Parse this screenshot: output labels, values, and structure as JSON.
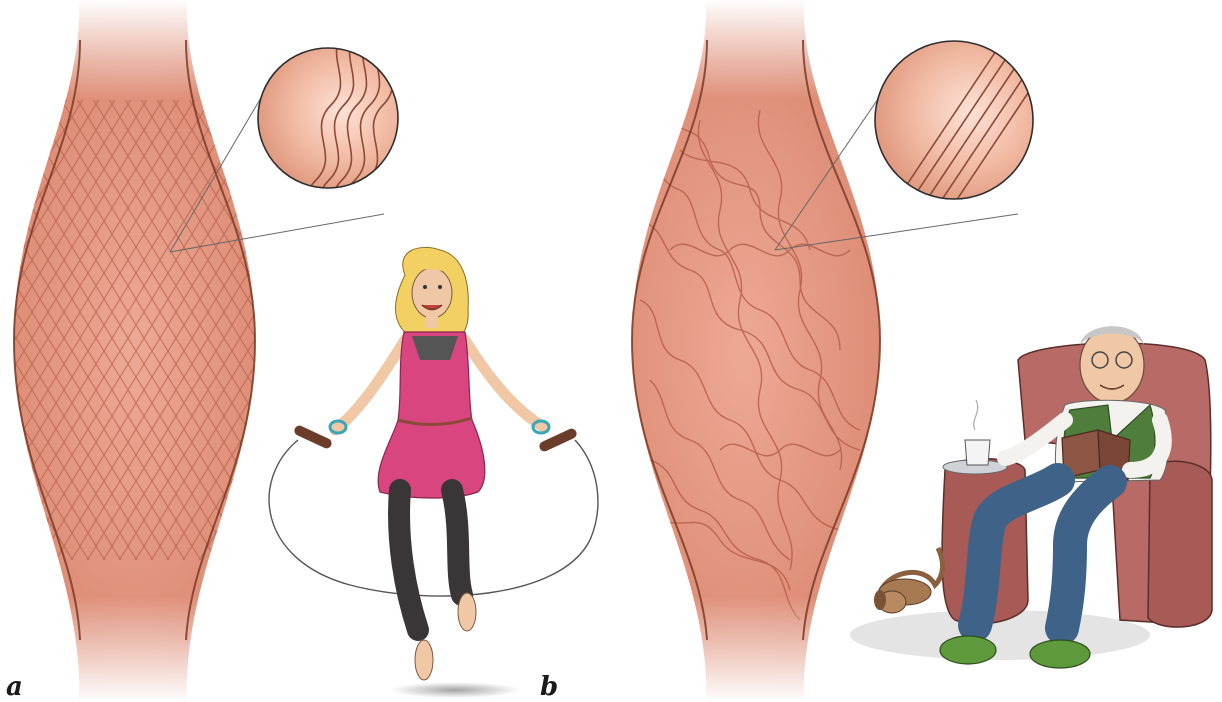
{
  "panels": [
    {
      "label": "a"
    },
    {
      "label": "b"
    }
  ],
  "colors": {
    "muscle_fill": "#e39a85",
    "muscle_dark": "#b35b46",
    "muscle_outline": "#7a3a26",
    "lens_fill": "#f2c2b0",
    "skin": "#f0c8a6",
    "dress": "#d9457e",
    "leggings": "#3a3638",
    "hair": "#f2d062",
    "chair": "#b76a66",
    "vest": "#4f7d3c",
    "jeans": "#3f6288",
    "slippers": "#5e9a3c",
    "dog": "#a77a54",
    "book": "#8c5544"
  },
  "icons": [
    "muscle-collagen-regular",
    "muscle-collagen-irregular",
    "magnifier-lens",
    "girl-jump-rope",
    "old-man-armchair",
    "dog",
    "coffee-cup"
  ]
}
